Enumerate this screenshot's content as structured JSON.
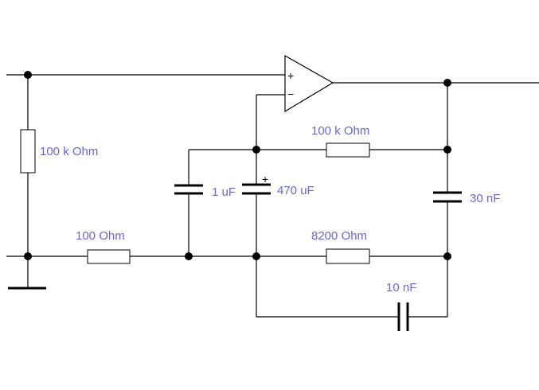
{
  "labels": {
    "r_input": "100 k Ohm",
    "r_series": "100  Ohm",
    "r_feedback_top": "100 k Ohm",
    "r_feedback_bottom": "8200  Ohm",
    "c_1uf": "1 uF",
    "c_470uf": "470 uF",
    "c_30nf": "30 nF",
    "c_10nf": "10 nF"
  },
  "opamp": {
    "plus": "+",
    "minus": "−"
  },
  "polarity_mark": "+"
}
